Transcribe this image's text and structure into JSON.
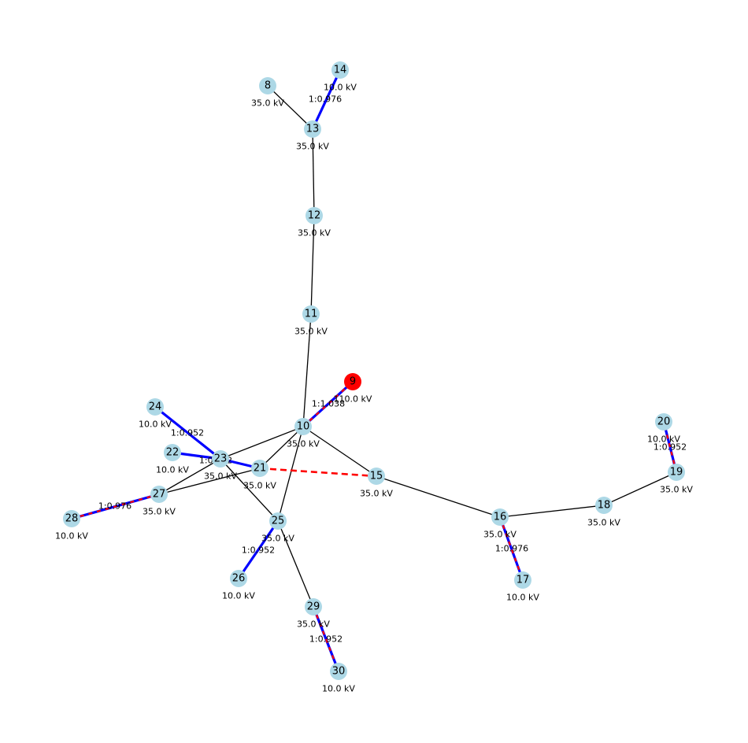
{
  "colors": {
    "background": "#ffffff",
    "node_default": "#add8e6",
    "node_source": "#ff0000",
    "line": "#000000",
    "transformer_primary": "#0000ff",
    "transformer_secondary": "#ff0000"
  },
  "nodes": [
    {
      "id": "8",
      "voltage": "35.0 kV"
    },
    {
      "id": "9",
      "voltage": "110.0 kV",
      "source": true
    },
    {
      "id": "10",
      "voltage": "35.0 kV"
    },
    {
      "id": "11",
      "voltage": "35.0 kV"
    },
    {
      "id": "12",
      "voltage": "35.0 kV"
    },
    {
      "id": "13",
      "voltage": "35.0 kV"
    },
    {
      "id": "14",
      "voltage": "10.0 kV"
    },
    {
      "id": "15",
      "voltage": "35.0 kV"
    },
    {
      "id": "16",
      "voltage": "35.0 kV"
    },
    {
      "id": "17",
      "voltage": "10.0 kV"
    },
    {
      "id": "18",
      "voltage": "35.0 kV"
    },
    {
      "id": "19",
      "voltage": "35.0 kV"
    },
    {
      "id": "20",
      "voltage": "10.0 kV"
    },
    {
      "id": "21",
      "voltage": "35.0 kV"
    },
    {
      "id": "22",
      "voltage": "10.0 kV"
    },
    {
      "id": "23",
      "voltage": "35.0 kV"
    },
    {
      "id": "24",
      "voltage": "10.0 kV"
    },
    {
      "id": "25",
      "voltage": "35.0 kV"
    },
    {
      "id": "26",
      "voltage": "10.0 kV"
    },
    {
      "id": "27",
      "voltage": "35.0 kV"
    },
    {
      "id": "28",
      "voltage": "10.0 kV"
    },
    {
      "id": "29",
      "voltage": "35.0 kV"
    },
    {
      "id": "30",
      "voltage": "10.0 kV"
    }
  ],
  "lines": [
    {
      "from": "8",
      "to": "13"
    },
    {
      "from": "13",
      "to": "12"
    },
    {
      "from": "12",
      "to": "11"
    },
    {
      "from": "11",
      "to": "10"
    },
    {
      "from": "10",
      "to": "15"
    },
    {
      "from": "10",
      "to": "23"
    },
    {
      "from": "10",
      "to": "21"
    },
    {
      "from": "10",
      "to": "25"
    },
    {
      "from": "15",
      "to": "16"
    },
    {
      "from": "16",
      "to": "18"
    },
    {
      "from": "18",
      "to": "19"
    },
    {
      "from": "23",
      "to": "27"
    },
    {
      "from": "23",
      "to": "25"
    },
    {
      "from": "21",
      "to": "27"
    },
    {
      "from": "25",
      "to": "29"
    }
  ],
  "open_lines": [
    {
      "from": "21",
      "to": "15"
    }
  ],
  "transformers": [
    {
      "from": "13",
      "to": "14",
      "ratio": "1:0.976",
      "style": "blue"
    },
    {
      "from": "10",
      "to": "9",
      "ratio": "1:1.038",
      "style": "mixed"
    },
    {
      "from": "23",
      "to": "24",
      "ratio": "1:0.952",
      "style": "blue"
    },
    {
      "from": "23",
      "to": "22",
      "ratio": "1:0.952",
      "style": "blue"
    },
    {
      "from": "23",
      "to": "21",
      "ratio": "",
      "style": "blue"
    },
    {
      "from": "27",
      "to": "28",
      "ratio": "1:0.976",
      "style": "mixed"
    },
    {
      "from": "25",
      "to": "26",
      "ratio": "1:0.952",
      "style": "blue"
    },
    {
      "from": "29",
      "to": "30",
      "ratio": "1:0.952",
      "style": "mixed"
    },
    {
      "from": "16",
      "to": "17",
      "ratio": "1:0.976",
      "style": "mixed"
    },
    {
      "from": "19",
      "to": "20",
      "ratio": "1:0.952",
      "style": "mixed"
    }
  ]
}
